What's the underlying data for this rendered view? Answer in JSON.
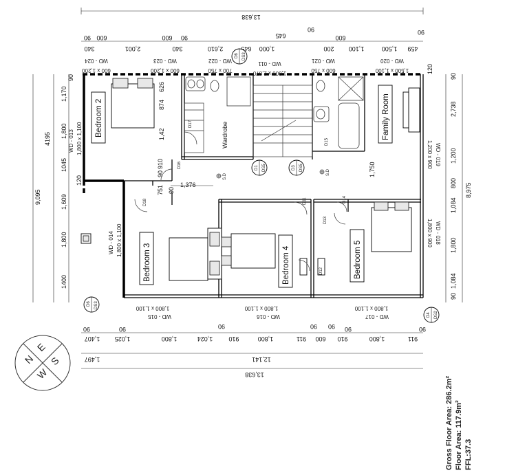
{
  "title": {
    "overall_dim": "13,638"
  },
  "rooms": {
    "bedroom2": "Bedroom 2",
    "bedroom3": "Bedroom 3",
    "bedroom4": "Bedroom 4",
    "bedroom5": "Bedroom 5",
    "family_room": "Family Room",
    "wardrobe": "Wardrobe"
  },
  "top_dims": [
    "13,638",
    "340",
    "2,001",
    "340",
    "2,610",
    "645",
    "1,000",
    "200",
    "1,100",
    "1,500",
    "459"
  ],
  "top_small": [
    "90",
    "600",
    "600",
    "90",
    "645",
    "600",
    "90",
    "90"
  ],
  "bottom_dims": [
    "1,407",
    "1,025",
    "1,800",
    "1,024",
    "910",
    "1,800",
    "911",
    "600",
    "910",
    "1,800",
    "911"
  ],
  "bottom_small": [
    "90",
    "90",
    "90",
    "90",
    "90",
    "90",
    "90"
  ],
  "bottom_totals": [
    "1,497",
    "12,141",
    "13,638"
  ],
  "left_dims": [
    "9,095",
    "4195",
    "1,170",
    "1,800",
    "1045",
    "1,609",
    "1,800",
    "1400",
    "90",
    "120"
  ],
  "right_dims": [
    "8,975",
    "2,738",
    "1,200",
    "800",
    "1,084",
    "1,800",
    "1,084",
    "90",
    "90",
    "120"
  ],
  "interior_dims": [
    "874",
    "626",
    "1,42",
    "910",
    "751",
    "1,376",
    "1,750",
    "90",
    "90"
  ],
  "windows": {
    "wd024": "WD - 024",
    "wd024_size": "600 x 1,200",
    "wd023": "WD - 023",
    "wd023_size": "600 x 1,200",
    "wd022": "WD - 022",
    "wd022_size": "700 x 750",
    "wd011": "WD - 011",
    "wd011_size": "1,000 x 2,870",
    "wd021": "WD - 021",
    "wd021_size": "600 x 750",
    "wd020": "WD - 020",
    "wd020_size": "1,500 x 1,100",
    "wd013": "WD - 013",
    "wd013_size": "1,800 x 1,100",
    "wd014": "WD - 014",
    "wd014_size": "1,800 x 1,100",
    "wd019": "WD - 019",
    "wd019_size": "1,200 x 900",
    "wd018": "WD - 018",
    "wd018_size": "1,800 x 900",
    "wd015": "WD - 015",
    "wd015_size": "1,800 x 1,100",
    "wd016": "WD - 016",
    "wd016_size": "1,800 x 1,100",
    "wd017": "WD - 017",
    "wd017_size": "1,800 x 1,100"
  },
  "doors": [
    "D17",
    "D16",
    "D18",
    "D11",
    "D14",
    "D13",
    "D12",
    "D15"
  ],
  "markers": {
    "m1_top": "D6",
    "m1_bottom": "DS3",
    "m2_top": "D1",
    "m2_bottom": "DS5",
    "m3_top": "D3",
    "m3_bottom": "DS5",
    "m4_top": "D6",
    "m4_bottom": "DS3",
    "m5_top": "D4",
    "m5_bottom": "DS2"
  },
  "smoke": [
    "S.D",
    "S.D"
  ],
  "compass": {
    "n": "N",
    "e": "E",
    "s": "S",
    "w": "W"
  },
  "summary": {
    "gross": "Gross Floor Area: 286.2m²",
    "floor": "Floor Area: 117.9m²",
    "ffl": "FFL:37.3"
  }
}
